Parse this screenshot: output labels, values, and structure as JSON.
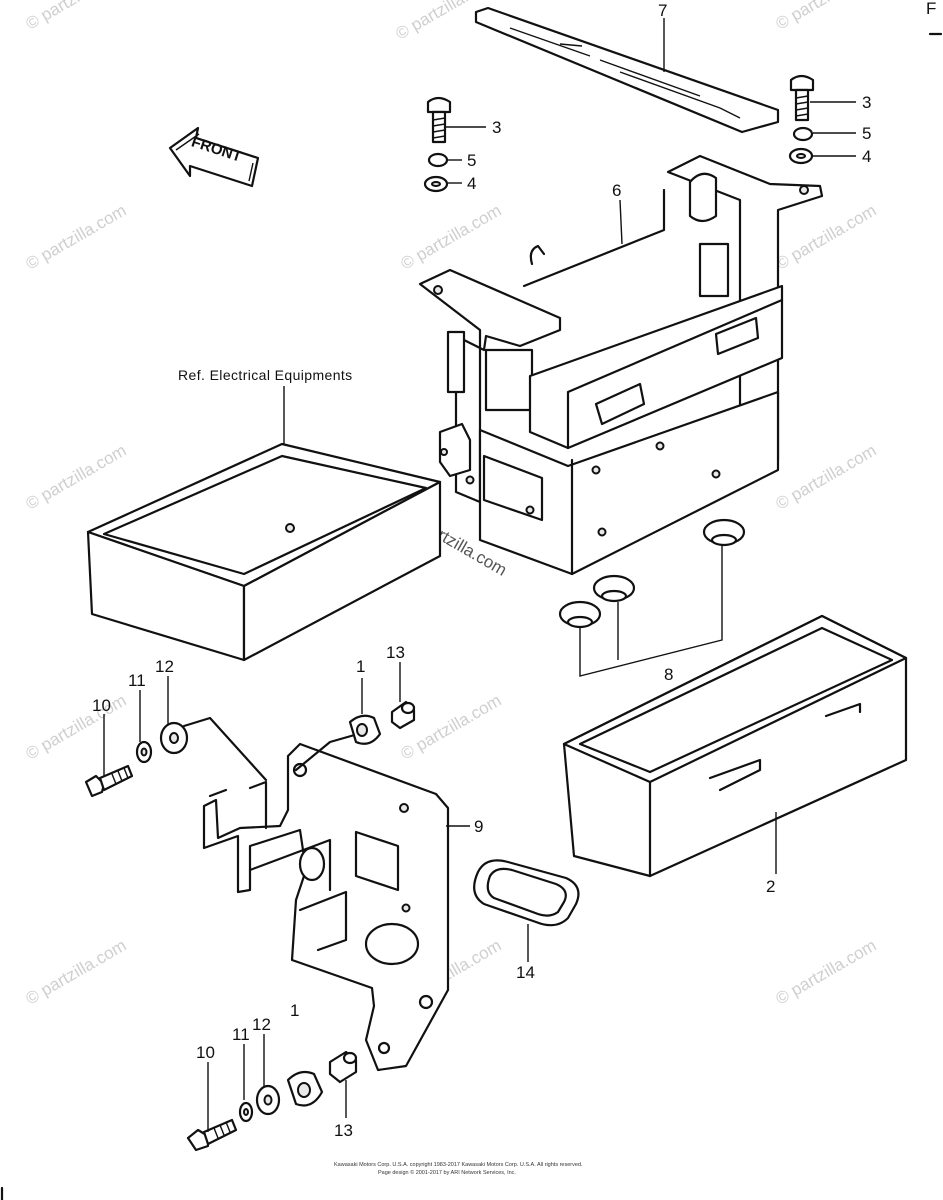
{
  "watermark_text": "© partzilla.com",
  "front_label": "FRONT",
  "reference_note": "Ref. Electrical Equipments",
  "corner_mark": "F",
  "copyright_line_1": "Kawasaki Motors Corp. U.S.A. copyright 1983-2017 Kawasaki Motors Corp. U.S.A. All rights reserved.",
  "copyright_line_2": "Page design © 2001-2017 by ARI Network Services, Inc.",
  "callouts": {
    "p7": "7",
    "p3_left": "3",
    "p5_left": "5",
    "p4_left": "4",
    "p3_right": "3",
    "p5_right": "5",
    "p4_right": "4",
    "p6": "6",
    "p8": "8",
    "p2": "2",
    "p1_top": "1",
    "p13_top": "13",
    "p12_top": "12",
    "p11_top": "11",
    "p10_top": "10",
    "p9": "9",
    "p14": "14",
    "p1_bottom": "1",
    "p12_bottom": "12",
    "p11_bottom": "11",
    "p10_bottom": "10",
    "p13_bottom": "13"
  }
}
